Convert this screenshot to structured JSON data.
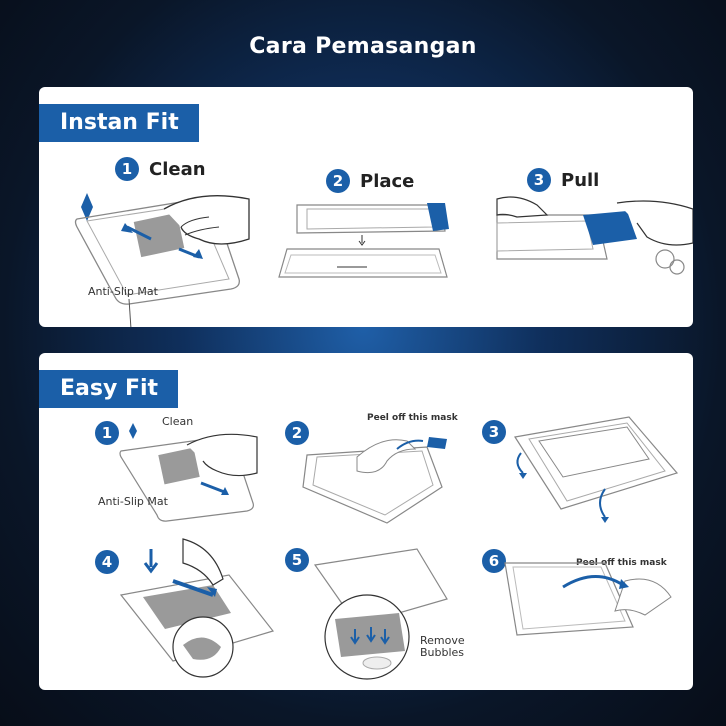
{
  "title": "Cara Pemasangan",
  "instan_fit": {
    "heading": "Instan Fit",
    "steps": [
      {
        "number": "1",
        "label": "Clean",
        "caption": "Anti-Slip Mat"
      },
      {
        "number": "2",
        "label": "Place"
      },
      {
        "number": "3",
        "label": "Pull"
      }
    ]
  },
  "easy_fit": {
    "heading": "Easy Fit",
    "steps": [
      {
        "number": "1",
        "label": "Clean",
        "caption": "Anti-Slip Mat"
      },
      {
        "number": "2",
        "caption": "Peel off this mask"
      },
      {
        "number": "3"
      },
      {
        "number": "4"
      },
      {
        "number": "5",
        "caption": "Remove Bubbles"
      },
      {
        "number": "6",
        "caption": "Peel off this mask"
      }
    ]
  },
  "colors": {
    "accent": "#1b5fa8",
    "background": "#0a1628",
    "panel": "#ffffff"
  }
}
